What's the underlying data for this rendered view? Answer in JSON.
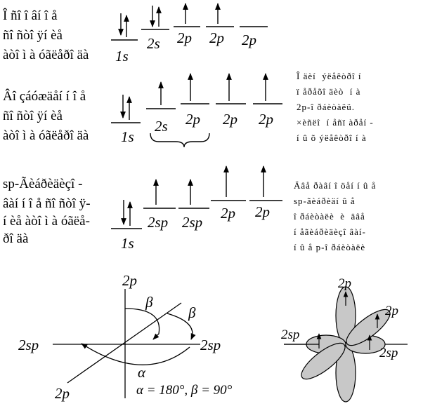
{
  "rows": [
    {
      "label_lines": [
        "Î ñî î âí î å",
        "ñî ñòî ÿí èå",
        "àòî ì à óãëåðî äà"
      ],
      "label_tail": "1s",
      "orbitals": [
        "",
        "2s",
        "2p",
        "2p",
        "2p"
      ]
    },
    {
      "label_lines": [
        "Âî çáóæäåí í î å",
        "ñî ñòî ÿí èå",
        "àòî ì à óãëåðî äà"
      ],
      "orbitals": [
        "1s",
        "2s",
        "2p",
        "2p",
        "2p"
      ],
      "note_lines": [
        "Î äèí  ýëåêòðî í",
        "ï åðåõî äèò  í à",
        "2p-î ðáèòàëü.",
        "×èñëî  í åñï àðåí -",
        "í û õ ýëåêòðî í à"
      ]
    },
    {
      "label_lines": [
        "sp-Ãèáðèäèçî -",
        "âàí í î å ñî ñòî ÿ-",
        "í èå àòî ì à óãëå-",
        "ðî äà"
      ],
      "orbitals": [
        "1s",
        "2sp",
        "2sp",
        "2p",
        "2p"
      ],
      "note_lines": [
        "Äâå ðàâí î öåí í û å",
        "sp-ãèáðèäí û å",
        "î ðáèòàëè  è  äâå",
        "í åãèáðèäèçî âàí-",
        "í û å p-î ðáèòàëè"
      ]
    }
  ],
  "axes": {
    "labels": [
      "2p",
      "2sp",
      "2sp",
      "2p"
    ],
    "angle_beta": "β",
    "angle_alpha": "α",
    "formula": "α = 180°, β = 90°"
  },
  "lobes": {
    "labels": [
      "2p",
      "2p",
      "2sp",
      "2sp"
    ]
  }
}
